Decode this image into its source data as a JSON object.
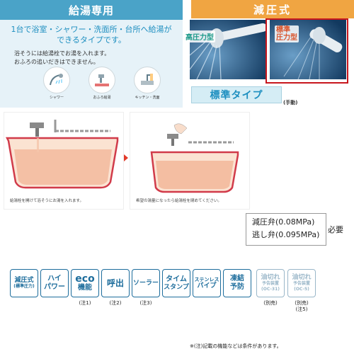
{
  "hot_water": {
    "title": "給湯専用",
    "description_line1": "1台で浴室・シャワー・洗面所・台所へ給湯が",
    "description_line2": "できるタイプです。",
    "note_line1": "浴そうには給湯栓でお湯を入れます。",
    "note_line2": "おふろの追いだきはできません。",
    "uses": [
      "シャワー",
      "おふろ給湯",
      "キッチン・洗面"
    ]
  },
  "pressure": {
    "title": "減圧式",
    "photo_label_1": "高圧力型",
    "photo_label_2_line1": "標準",
    "photo_label_2_line2": "圧力型",
    "standard_type": "標準タイプ",
    "manual": "(手動)"
  },
  "steps": {
    "step1": "給湯栓を開けて浴そうにお湯を入れます。",
    "step2": "希望の湯量になったら給湯栓を閉めてください。"
  },
  "valves": {
    "line1": "減圧弁(0.08MPa)",
    "line2": "逃し弁(0.095MPa)",
    "required": "必要"
  },
  "features": [
    {
      "l1": "減圧式",
      "l2": "(標準圧力)",
      "note": ""
    },
    {
      "l1": "ハイ",
      "l2": "パワー",
      "note": ""
    },
    {
      "l1": "eco",
      "l2": "機能",
      "note": "(注1)"
    },
    {
      "l1": "呼出",
      "l2": "",
      "note": "(注2)"
    },
    {
      "l1": "ソーラー",
      "l2": "",
      "note": "(注3)"
    },
    {
      "l1": "タイム",
      "l2": "スタンプ",
      "note": ""
    },
    {
      "l1": "ステンレス",
      "l2": "パイプ",
      "note": ""
    },
    {
      "l1": "凍結",
      "l2": "予防",
      "note": ""
    },
    {
      "l1": "油切れ",
      "l2": "予告装置",
      "l3": "(OC-31)",
      "note": "(別売)"
    },
    {
      "l1": "油切れ",
      "l2": "予告装置",
      "l3": "(OC-5)",
      "note": "(別売)",
      "note2": "(注5)"
    }
  ],
  "footer": "※(注)記載の機能などは条件があります。",
  "colors": {
    "panel_blue": "#4aa3c8",
    "panel_orange": "#f0a542",
    "badge_blue": "#1d6d9c",
    "highlight_red": "#c8161d"
  }
}
